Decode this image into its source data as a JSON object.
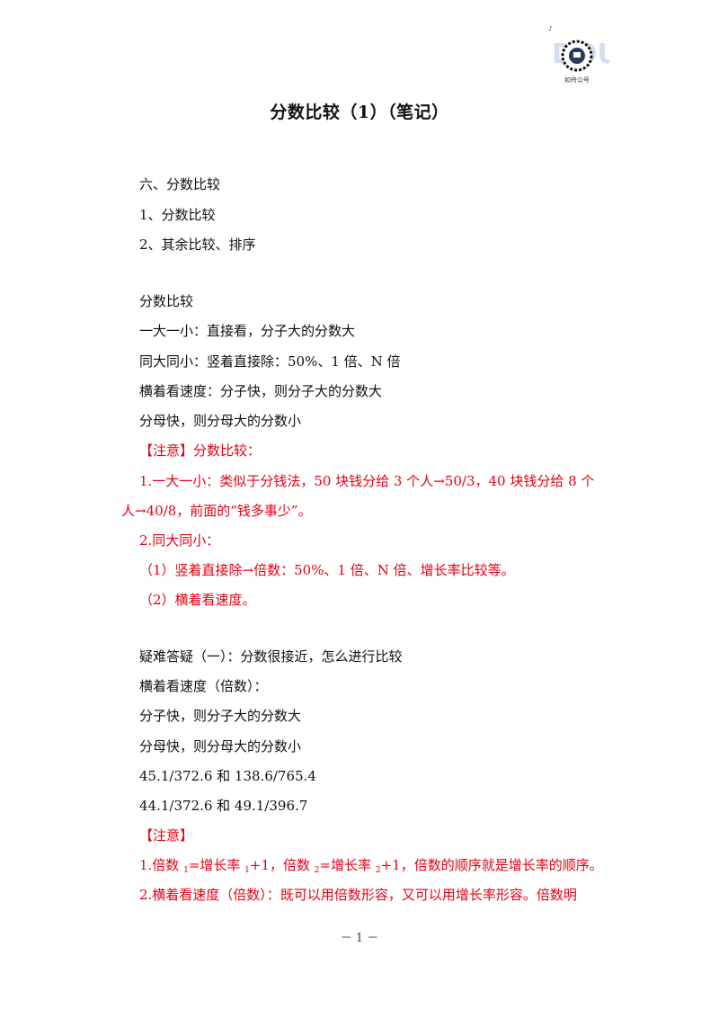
{
  "header": {
    "logo_caption": "如舟公号"
  },
  "title": "分数比较（1）（笔记）",
  "lines": [
    "六、分数比较",
    "1、分数比较",
    "2、其余比较、排序",
    "分数比较",
    "一大一小：直接看，分子大的分数大",
    "同大同小：竖着直接除：50%、1 倍、N 倍",
    "横着看速度：分子快，则分子大的分数大",
    "分母快，则分母大的分数小",
    "【注意】分数比较：",
    "1.一大一小：类似于分钱法，50 块钱分给 3 个人→50/3，40 块钱分给 8 个",
    "人→40/8，前面的“钱多事少”。",
    "2.同大同小：",
    "（1）竖着直接除→倍数：50%、1 倍、N 倍、增长率比较等。",
    "（2）横着看速度。",
    "疑难答疑（一）：分数很接近，怎么进行比较",
    "横着看速度（倍数）：",
    "分子快，则分子大的分数大",
    "分母快，则分母大的分数小",
    "45.1/372.6 和 138.6/765.4",
    "44.1/372.6 和 49.1/396.7",
    "【注意】"
  ],
  "note1": {
    "p1": "1.倍数 ",
    "s1": "1",
    "p2": "=增长率 ",
    "s2": "1",
    "p3": "+1，倍数 ",
    "s3": "2",
    "p4": "=增长率 ",
    "s4": "2",
    "p5": "+1，倍数的顺序就是增长率的顺序。"
  },
  "note2": "2.横着看速度（倍数）：既可以用倍数形容，又可以用增长率形容。倍数明",
  "footer": "－ 1 －"
}
